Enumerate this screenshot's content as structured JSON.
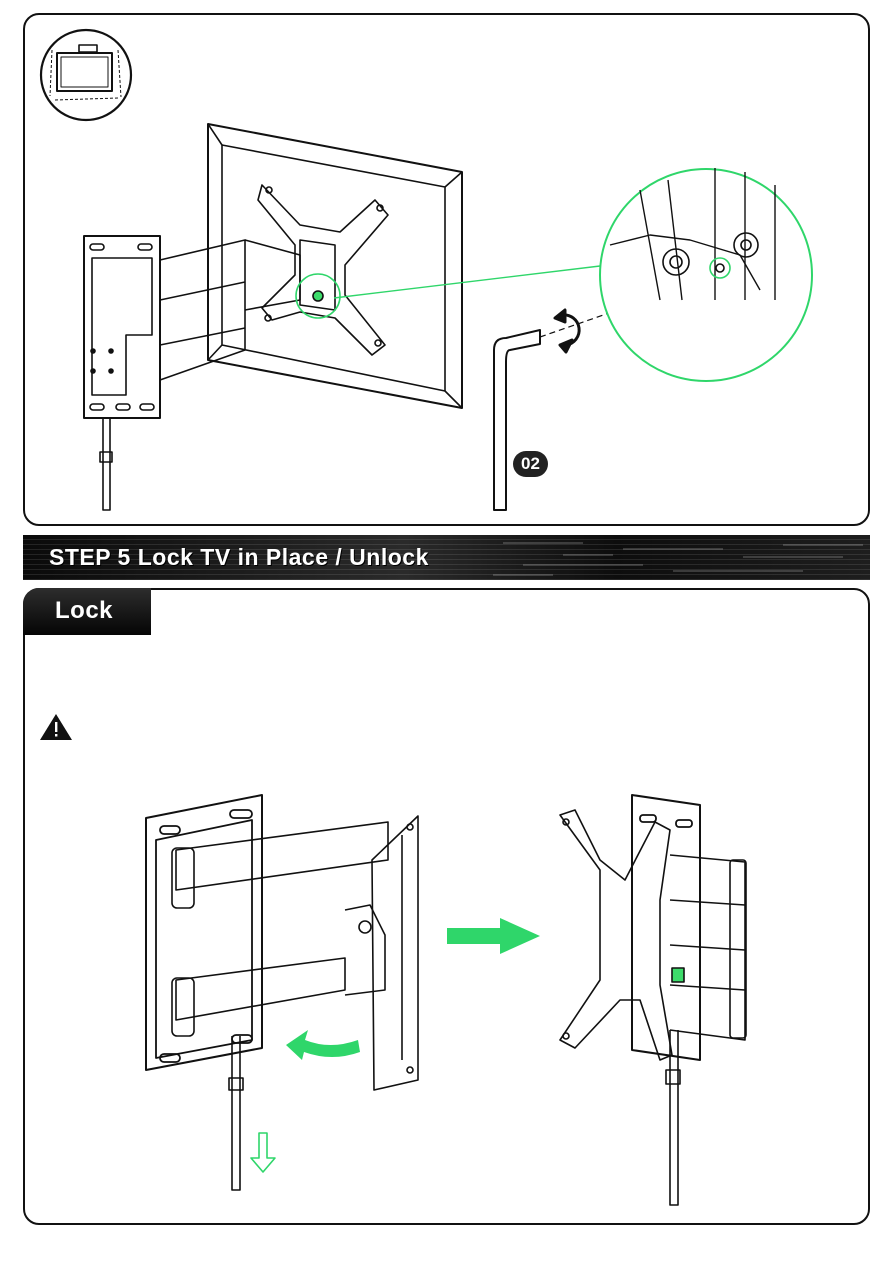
{
  "top_panel": {
    "step_badge": "02"
  },
  "banner": {
    "title": "STEP 5 Lock TV in Place / Unlock"
  },
  "lock_section": {
    "tab_label": "Lock"
  },
  "colors": {
    "accent_green": "#2fd66a",
    "highlight_green": "#3ddc6b",
    "ink": "#111111"
  },
  "icons": [
    "warning-icon",
    "rotate-arrow-icon",
    "green-right-arrow-icon",
    "green-curved-arrow-icon",
    "down-arrow-outline-icon",
    "tv-thumbnail-icon"
  ]
}
